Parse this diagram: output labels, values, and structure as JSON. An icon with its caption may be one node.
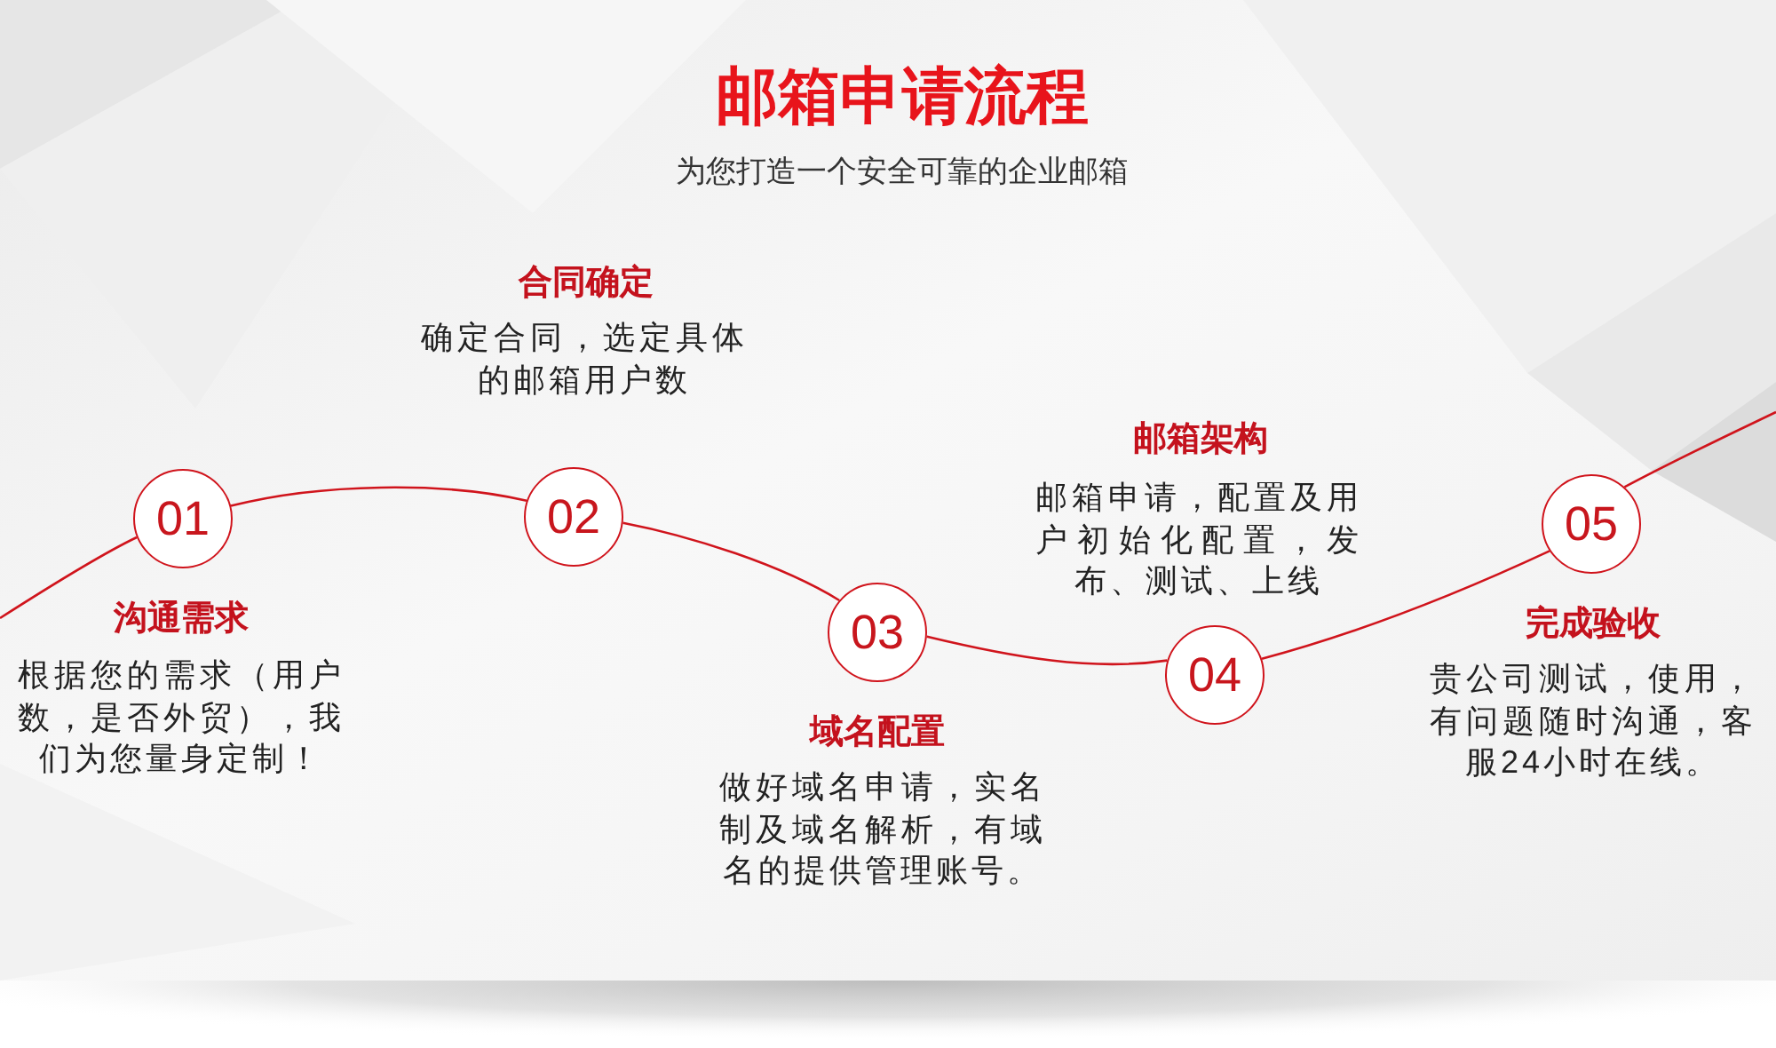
{
  "diagram": {
    "title": "邮箱申请流程",
    "nodes": [
      {
        "text": [
          "01"
        ],
        "beside": [
          "沟通需求",
          "根据您的需求（用户数，是否外贸），我们为您量身定制！"
        ]
      },
      {
        "text": [
          "02"
        ],
        "beside": [
          "合同确定",
          "确定合同，选定具体的邮箱用户数"
        ]
      },
      {
        "text": [
          "03"
        ],
        "beside": [
          "域名配置",
          "做好域名申请，实名制及域名解析，有域名的提供管理账号。"
        ]
      },
      {
        "text": [
          "04"
        ],
        "beside": [
          "邮箱架构",
          "邮箱申请，配置及用户初始化配置，发布、测试、上线"
        ]
      },
      {
        "text": [
          "05"
        ],
        "beside": [
          "完成验收",
          "贵公司测试，使用，有问题随时沟通，客服24小时在线。"
        ]
      }
    ],
    "edges": [
      {
        "from": null,
        "to": 0,
        "arrow": "none"
      },
      {
        "from": 0,
        "to": 1,
        "arrow": "none"
      },
      {
        "from": 1,
        "to": 2,
        "arrow": "none"
      },
      {
        "from": 2,
        "to": 3,
        "arrow": "none"
      },
      {
        "from": 3,
        "to": 4,
        "arrow": "none"
      },
      {
        "from": 4,
        "to": null,
        "arrow": "none"
      }
    ],
    "labels": [
      "为您打造一个安全可靠的企业邮箱"
    ]
  }
}
